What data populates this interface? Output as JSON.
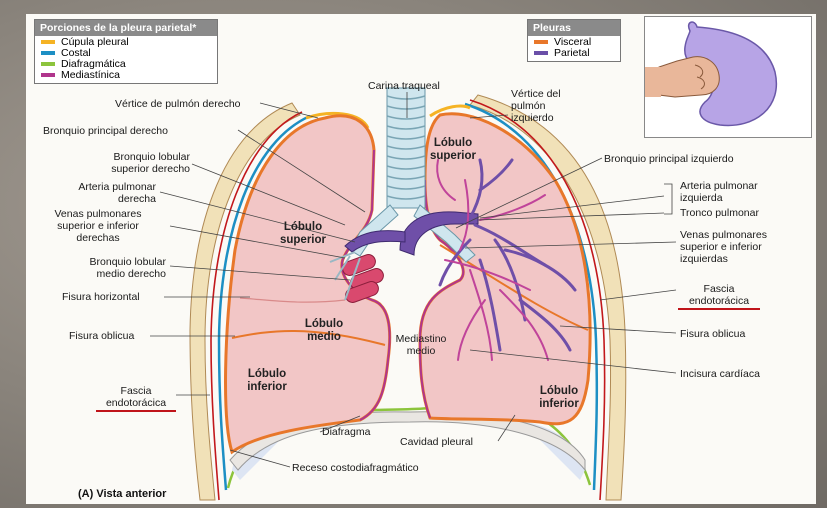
{
  "legend_porciones": {
    "title": "Porciones de la pleura parietal*",
    "items": [
      {
        "label": "Cúpula pleural",
        "color": "#f5b324"
      },
      {
        "label": "Costal",
        "color": "#1d8fc4"
      },
      {
        "label": "Diafragmática",
        "color": "#8cc43c"
      },
      {
        "label": "Mediastínica",
        "color": "#b0358c"
      }
    ]
  },
  "legend_pleuras": {
    "title": "Pleuras",
    "items": [
      {
        "label": "Visceral",
        "color": "#e8772a"
      },
      {
        "label": "Parietal",
        "color": "#6a4fa8"
      }
    ]
  },
  "labels": {
    "carina": "Carina traqueal",
    "vertice_der": "Vértice de pulmón derecho",
    "bronquio_principal_der": "Bronquio principal derecho",
    "bronquio_lobular_sup_der": "Bronquio lobular\nsuperior derecho",
    "arteria_pulmonar_der": "Arteria pulmonar\nderecha",
    "venas_pulmonares_der": "Venas pulmonares\nsuperior e inferior\nderechas",
    "bronquio_lobular_medio": "Bronquio lobular\nmedio derecho",
    "fisura_horizontal": "Fisura horizontal",
    "fisura_oblicua_der": "Fisura oblicua",
    "fascia_der": "Fascia\nendotorácica",
    "vertice_izq": "Vértice del\npulmón\nizquierdo",
    "bronquio_principal_izq": "Bronquio principal izquierdo",
    "arteria_pulmonar_izq": "Arteria pulmonar\nizquierda",
    "tronco_pulmonar": "Tronco pulmonar",
    "venas_pulmonares_izq": "Venas pulmonares\nsuperior e inferior\nizquierdas",
    "fascia_izq": "Fascia\nendotorácica",
    "fisura_oblicua_izq": "Fisura oblicua",
    "incisura_cardiaca": "Incisura cardíaca",
    "diafragma": "Diafragma",
    "cavidad_pleural": "Cavidad pleural",
    "receso": "Receso costodiafragmático",
    "mediastino": "Mediastino\nmedio"
  },
  "lobes": {
    "lobulo_superior_izq": "Lóbulo\nsuperior",
    "lobulo_superior_der": "Lóbulo\nsuperior",
    "lobulo_medio": "Lóbulo\nmedio",
    "lobulo_inferior_der": "Lóbulo\ninferior",
    "lobulo_inferior_izq": "Lóbulo\ninferior"
  },
  "caption": "(A) Vista anterior"
}
